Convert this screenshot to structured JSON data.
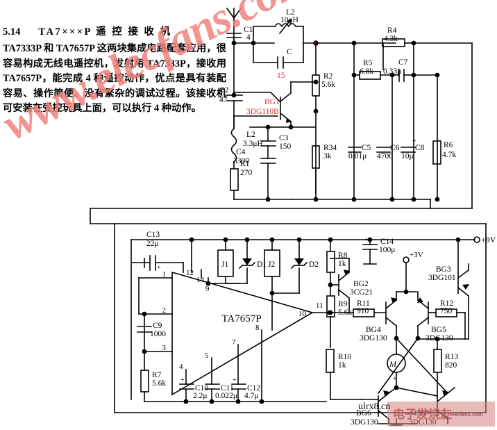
{
  "article": {
    "section_number": "5.14",
    "title": "TA7×××P 遥 控 接 收 机",
    "body": "TA7333P 和 TA7657P 这两块集成电路配套应用，很容易构成无线电遥控机，发射用 TA7333P，接收用 TA7657P，能完成 4 种遥控动作，优点是具有装配容易、操作简便、没有繁杂的调试过程。该接收机可安装在受控玩具上面，可以执行 4 种动作。"
  },
  "watermarks": {
    "main": "www.elecfans.com",
    "box_text": "电子发烧友",
    "box_sub": "elecfans.com",
    "url_overlay": "ulrx8.cn"
  },
  "schematic": {
    "ic": {
      "label": "TA7657P",
      "pins": [
        "1",
        "12",
        "14",
        "9",
        "2",
        "3",
        "4",
        "5",
        "7",
        "8",
        "10",
        "11"
      ]
    },
    "power": {
      "supply_9v": "+9V",
      "supply_3v": "+3V"
    },
    "motor": {
      "label": "M",
      "polarity": "+"
    },
    "components": [
      {
        "ref": "C1",
        "value": "4"
      },
      {
        "ref": "L1",
        "value": "10μH",
        "printed": "L2\n10μH"
      },
      {
        "ref": "C",
        "value": "15"
      },
      {
        "ref": "C2",
        "value": "47"
      },
      {
        "ref": "BG1",
        "value": "3DG110B"
      },
      {
        "ref": "L2",
        "value": "3.3μH"
      },
      {
        "ref": "R1",
        "value": "270"
      },
      {
        "ref": "C3",
        "value": "150"
      },
      {
        "ref": "C4",
        "value": "3300"
      },
      {
        "ref": "R2",
        "value": "5.6k"
      },
      {
        "ref": "R34",
        "value": "3k"
      },
      {
        "ref": "R4",
        "value": "4.3k"
      },
      {
        "ref": "R5",
        "value": "6.8k"
      },
      {
        "ref": "C7",
        "value": "0.33μ"
      },
      {
        "ref": "C5",
        "value": "0.01μ"
      },
      {
        "ref": "C6",
        "value": "4700"
      },
      {
        "ref": "C8",
        "value": "10μ"
      },
      {
        "ref": "R6",
        "value": "4.7k"
      },
      {
        "ref": "C13",
        "value": "22μ"
      },
      {
        "ref": "C9",
        "value": "1000"
      },
      {
        "ref": "R7",
        "value": "5.6k"
      },
      {
        "ref": "C10",
        "value": "2.2μ"
      },
      {
        "ref": "C11",
        "value": "0.022μ"
      },
      {
        "ref": "C12",
        "value": "4.7μ"
      },
      {
        "ref": "J1",
        "value": ""
      },
      {
        "ref": "D1",
        "value": ""
      },
      {
        "ref": "J2",
        "value": ""
      },
      {
        "ref": "D2",
        "value": ""
      },
      {
        "ref": "R8",
        "value": "1k"
      },
      {
        "ref": "R9",
        "value": "5.6k"
      },
      {
        "ref": "C14",
        "value": "100μ"
      },
      {
        "ref": "BG2",
        "value": "3CG21"
      },
      {
        "ref": "BG3",
        "value": "3DG101"
      },
      {
        "ref": "R11",
        "value": "910"
      },
      {
        "ref": "R12",
        "value": "750"
      },
      {
        "ref": "BG4",
        "value": "3DG130"
      },
      {
        "ref": "BG5",
        "value": "3DG130"
      },
      {
        "ref": "R10",
        "value": "1k"
      },
      {
        "ref": "R13",
        "value": "820"
      },
      {
        "ref": "BG6",
        "value": "3DG130"
      },
      {
        "ref": "BG7",
        "value": "3DG130"
      }
    ],
    "labels": {
      "C1_ref": "C1",
      "C1_val": "4",
      "L1_ref": "L2",
      "L1_val": "10μH",
      "Cx_ref": "C",
      "Cx_val": "15",
      "C2_ref": "C2",
      "C2_val": "47",
      "BG1_ref": "BG1",
      "BG1_val": "3DG110B",
      "L2_ref": "L2",
      "L2_val": "3.3μH",
      "R1_ref": "R1",
      "R1_val": "270",
      "C3_ref": "C3",
      "C3_val": "150",
      "C4_ref": "C4",
      "C4_val": "3300",
      "R2_ref": "R2",
      "R2_val": "5.6k",
      "R34_ref": "R34",
      "R34_val": "3k",
      "R4_ref": "R4",
      "R4_val": "4.3k",
      "R5_ref": "R5",
      "R5_val": "6.8k",
      "C7_ref": "C7",
      "C7_val": "0.33μ",
      "C5_ref": "C5",
      "C5_val": "0.01μ",
      "C6_ref": "C6",
      "C6_val": "4700",
      "C8_ref": "C8",
      "C8_val": "10μ",
      "R6_ref": "R6",
      "R6_val": "4.7k",
      "C13_ref": "C13",
      "C13_val": "22μ",
      "C9_ref": "C9",
      "C9_val": "1000",
      "R7_ref": "R7",
      "R7_val": "5.6k",
      "C10_ref": "C10",
      "C10_val": "2.2μ",
      "C11_ref": "C11",
      "C11_val": "0.022μ",
      "C12_ref": "C12",
      "C12_val": "4.7μ",
      "J1_ref": "J1",
      "D1_ref": "D1",
      "J2_ref": "J2",
      "D2_ref": "D2",
      "R8_ref": "R8",
      "R8_val": "1k",
      "R9_ref": "R9",
      "R9_val": "5.6k",
      "C14_ref": "C14",
      "C14_val": "100μ",
      "BG2_ref": "BG2",
      "BG2_val": "3CG21",
      "BG3_ref": "BG3",
      "BG3_val": "3DG101",
      "R11_ref": "R11",
      "R11_val": "910",
      "R12_ref": "R12",
      "R12_val": "750",
      "BG4_ref": "BG4",
      "BG4_val": "3DG130",
      "BG5_ref": "BG5",
      "BG5_val": "3DG130",
      "R10_ref": "R10",
      "R10_val": "1k",
      "R13_ref": "R13",
      "R13_val": "820",
      "BG6_ref": "BG6",
      "BG6_val": "3DG130",
      "BG7_ref": "BG7",
      "BG7_val": "3DG130"
    }
  }
}
